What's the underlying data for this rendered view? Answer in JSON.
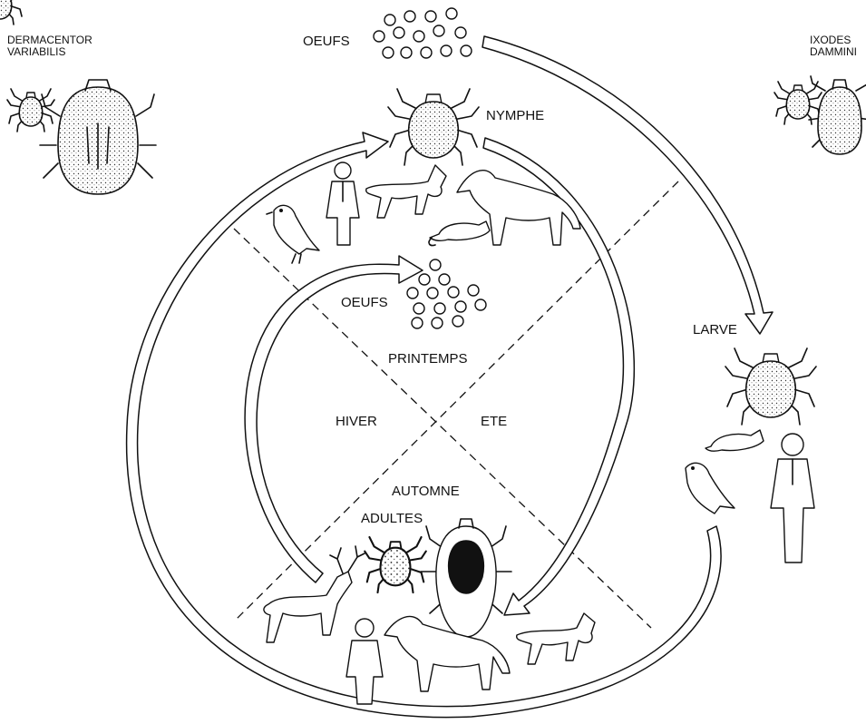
{
  "species": {
    "left_line1": "DERMACENTOR",
    "left_line2": "VARIABILIS",
    "right_line1": "IXODES",
    "right_line2": "DAMMINI"
  },
  "stages": {
    "eggs_top": "OEUFS",
    "nymph": "NYMPHE",
    "eggs_inner": "OEUFS",
    "larva": "LARVE",
    "adults": "ADULTES"
  },
  "seasons": {
    "spring": "PRINTEMPS",
    "summer": "ETE",
    "autumn": "AUTOMNE",
    "winter": "HIVER"
  },
  "hosts": {
    "nymph_hosts": [
      "bird-icon",
      "human-icon",
      "fox-icon",
      "mouse-icon",
      "horse-icon"
    ],
    "larva_hosts": [
      "mouse-icon",
      "bird-icon",
      "human-icon"
    ],
    "adult_hosts": [
      "deer-icon",
      "human-icon",
      "horse-icon",
      "fox-icon"
    ]
  }
}
